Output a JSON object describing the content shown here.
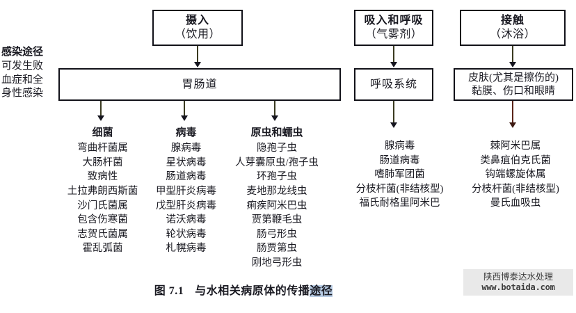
{
  "figure": {
    "caption_number": "图 7.1",
    "caption_text_plain": "与水相关病原体的传播途径",
    "caption_text_main": "与水相关病原体的传播",
    "caption_text_selected": "途径"
  },
  "left_label": {
    "heading": "感染途径",
    "line1": "可发生败",
    "line2": "血症和全",
    "line3": "身性感染"
  },
  "routes": [
    {
      "id": "ingestion",
      "title": "摄入",
      "subtitle": "（饮用）",
      "target": "胃肠道",
      "target_line2": ""
    },
    {
      "id": "inhalation",
      "title": "吸入和呼吸",
      "subtitle": "（气雾剂）",
      "target": "呼吸系统",
      "target_line2": ""
    },
    {
      "id": "contact",
      "title": "接触",
      "subtitle": "（沐浴）",
      "target": "皮肤(尤其是擦伤的)",
      "target_line2": "黏膜、伤口和眼睛"
    }
  ],
  "columns": [
    {
      "id": "bacteria",
      "header": "细菌",
      "items": [
        "弯曲杆菌属",
        "大肠杆菌",
        "致病性",
        "土拉弗朗西斯菌",
        "沙门氏菌属",
        "包含伤寒菌",
        "志贺氏菌属",
        "霍乱弧菌"
      ]
    },
    {
      "id": "virus",
      "header": "病毒",
      "items": [
        "腺病毒",
        "星状病毒",
        "肠道病毒",
        "甲型肝炎病毒",
        "戊型肝炎病毒",
        "诺沃病毒",
        "轮状病毒",
        "札幌病毒"
      ]
    },
    {
      "id": "protozoa",
      "header": "原虫和蠕虫",
      "items": [
        "隐孢子虫",
        "人芽囊原虫/孢子虫",
        "环孢子虫",
        "麦地那龙线虫",
        "痢疾阿米巴虫",
        "贾第鞭毛虫",
        "肠弓形虫",
        "肠贾第虫",
        "刚地弓形虫"
      ]
    },
    {
      "id": "respiratory",
      "header": "",
      "items": [
        "腺病毒",
        "肠道病毒",
        "嗜肺军团菌",
        "分枝杆菌(非结核型)",
        "福氏耐格里阿米巴"
      ]
    },
    {
      "id": "skin",
      "header": "",
      "items": [
        "棘阿米巴属",
        "类鼻疽伯克氏菌",
        "钩端螺旋体属",
        "分枝杆菌(非结核型)",
        "曼氏血吸虫"
      ]
    }
  ],
  "watermark": {
    "company": "陕西博泰达水处理",
    "url": "www.botaida.com"
  },
  "colors": {
    "box_border": "#111118",
    "text": "#1a1a22",
    "arrow": "#15151f",
    "arrow_contact": "#5a2418",
    "selection_highlight": "#b8cce4",
    "watermark_bg": "#e9e9e9"
  }
}
